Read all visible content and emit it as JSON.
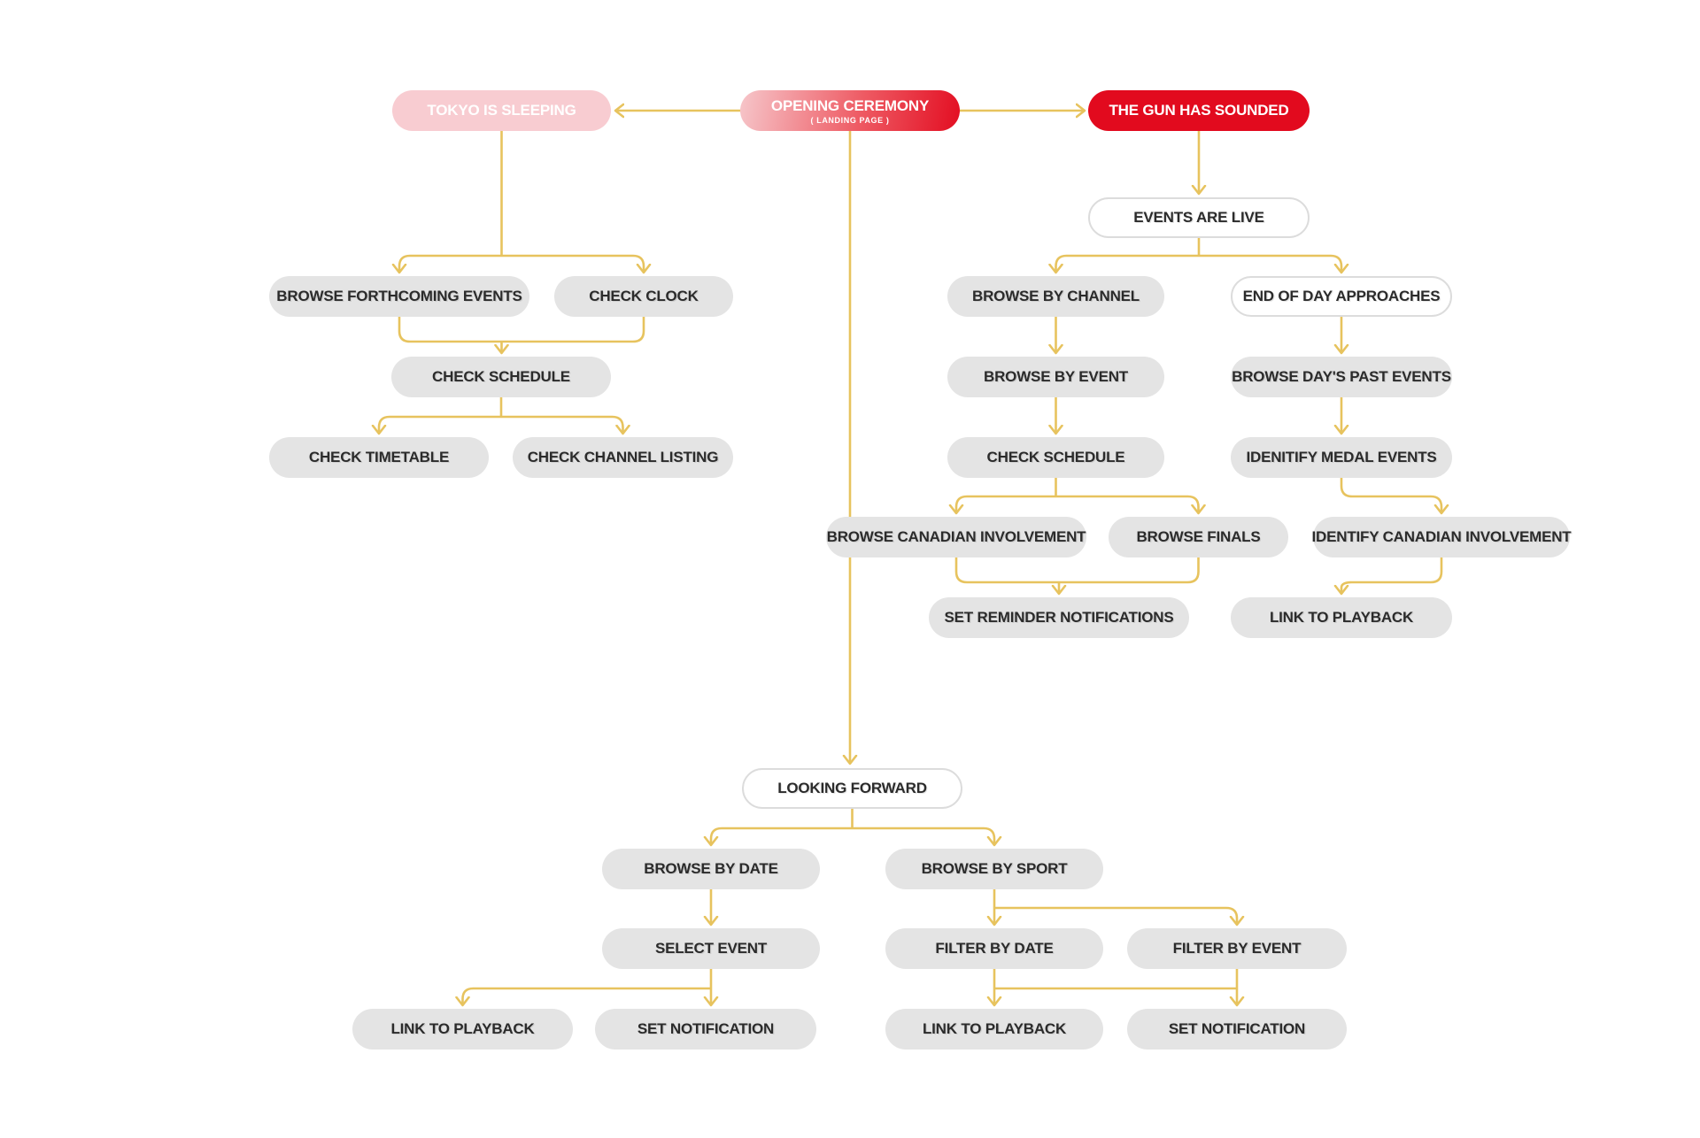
{
  "diagram": {
    "background": "#ffffff",
    "colors": {
      "connector_gold": "#e7c35e",
      "node_gray": "#e4e4e4",
      "node_red": "#e20a1e",
      "node_pink": "#f8ccd1",
      "outline_border": "#dcdcdc",
      "text_dark": "#2b2b2b",
      "text_light": "#ffffff"
    },
    "nodes": {
      "opening_ceremony": {
        "label": "OPENING CEREMONY",
        "sublabel": "( LANDING PAGE )"
      },
      "tokyo_is_sleeping": {
        "label": "TOKYO IS SLEEPING"
      },
      "the_gun_has_sounded": {
        "label": "THE GUN HAS SOUNDED"
      },
      "events_are_live": {
        "label": "EVENTS ARE LIVE"
      },
      "browse_forthcoming_events": {
        "label": "BROWSE FORTHCOMING EVENTS"
      },
      "check_clock": {
        "label": "CHECK CLOCK"
      },
      "check_schedule_left": {
        "label": "CHECK SCHEDULE"
      },
      "check_timetable": {
        "label": "CHECK TIMETABLE"
      },
      "check_channel_listing": {
        "label": "CHECK CHANNEL LISTING"
      },
      "browse_by_channel": {
        "label": "BROWSE BY CHANNEL"
      },
      "end_of_day_approaches": {
        "label": "END OF DAY APPROACHES"
      },
      "browse_by_event": {
        "label": "BROWSE BY EVENT"
      },
      "browse_days_past_events": {
        "label": "BROWSE DAY'S PAST EVENTS"
      },
      "check_schedule_right": {
        "label": "CHECK SCHEDULE"
      },
      "identify_medal_events": {
        "label": "IDENITIFY MEDAL EVENTS"
      },
      "browse_canadian_involvement": {
        "label": "BROWSE CANADIAN INVOLVEMENT"
      },
      "browse_finals": {
        "label": "BROWSE FINALS"
      },
      "identify_canadian_involvement": {
        "label": "IDENTIFY CANADIAN INVOLVEMENT"
      },
      "set_reminder_notifications": {
        "label": "SET REMINDER NOTIFICATIONS"
      },
      "link_to_playback_day_end": {
        "label": "LINK TO PLAYBACK"
      },
      "looking_forward": {
        "label": "LOOKING FORWARD"
      },
      "browse_by_date": {
        "label": "BROWSE BY DATE"
      },
      "browse_by_sport": {
        "label": "BROWSE BY SPORT"
      },
      "select_event": {
        "label": "SELECT EVENT"
      },
      "filter_by_date": {
        "label": "FILTER BY DATE"
      },
      "filter_by_event": {
        "label": "FILTER BY EVENT"
      },
      "link_to_playback_date": {
        "label": "LINK TO PLAYBACK"
      },
      "set_notification_date": {
        "label": "SET NOTIFICATION"
      },
      "link_to_playback_sport": {
        "label": "LINK TO PLAYBACK"
      },
      "set_notification_sport": {
        "label": "SET NOTIFICATION"
      }
    }
  }
}
